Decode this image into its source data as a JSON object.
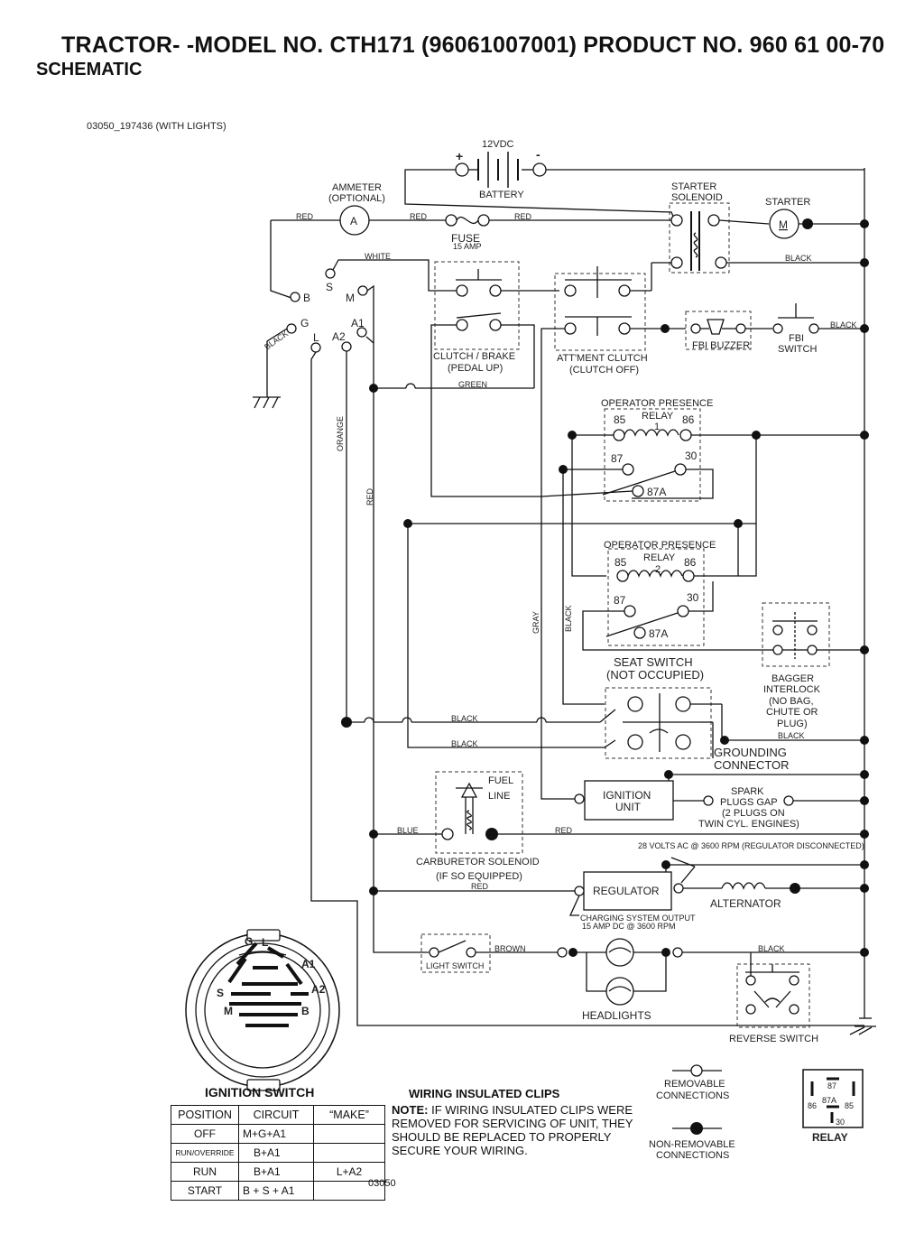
{
  "header": {
    "title": "TRACTOR- -MODEL NO. CTH171 (96061007001) PRODUCT NO. 960 61 00-70",
    "subtitle": "SCHEMATIC"
  },
  "diagram_code": "03050_197436 (WITH LIGHTS)",
  "components": {
    "battery_voltage": "12VDC",
    "battery": "BATTERY",
    "battery_plus": "+",
    "battery_minus": "-",
    "ammeter_1": "AMMETER",
    "ammeter_2": "(OPTIONAL)",
    "ammeter_symbol": "A",
    "fuse": "FUSE",
    "fuse_rating": "15 AMP",
    "starter_solenoid_1": "STARTER",
    "starter_solenoid_2": "SOLENOID",
    "starter": "STARTER",
    "starter_symbol": "M",
    "clutch_brake_1": "CLUTCH / BRAKE",
    "clutch_brake_2": "(PEDAL UP)",
    "attment_clutch_1": "ATT'MENT CLUTCH",
    "attment_clutch_2": "(CLUTCH OFF)",
    "fbi_buzzer": "FBI BUZZER",
    "fbi_switch_1": "FBI",
    "fbi_switch_2": "SWITCH",
    "op_relay_title": "OPERATOR PRESENCE",
    "relay_word": "RELAY",
    "relay1_num": "1",
    "relay2_num": "2",
    "pin_85": "85",
    "pin_86": "86",
    "pin_87": "87",
    "pin_30": "30",
    "pin_87a": "87A",
    "seat_switch_1": "SEAT SWITCH",
    "seat_switch_2": "(NOT OCCUPIED)",
    "bagger_interlock": [
      "BAGGER",
      "INTERLOCK",
      "(NO BAG,",
      "CHUTE OR",
      "PLUG)"
    ],
    "grounding_1": "GROUNDING",
    "grounding_2": "CONNECTOR",
    "fuel_line_1": "FUEL",
    "fuel_line_2": "LINE",
    "ignition_unit_1": "IGNITION",
    "ignition_unit_2": "UNIT",
    "spark_plugs": [
      "SPARK",
      "PLUGS GAP",
      "(2 PLUGS ON",
      "TWIN CYL. ENGINES)"
    ],
    "carb_solenoid_1": "CARBURETOR SOLENOID",
    "carb_solenoid_2": "(IF SO EQUIPPED)",
    "volts_note": "28 VOLTS AC @ 3600 RPM (REGULATOR DISCONNECTED)",
    "regulator": "REGULATOR",
    "alternator": "ALTERNATOR",
    "charging_1": "CHARGING SYSTEM OUTPUT",
    "charging_2": "15 AMP DC @ 3600 RPM",
    "light_switch": "LIGHT SWITCH",
    "headlights": "HEADLIGHTS",
    "reverse_switch": "REVERSE SWITCH",
    "ign_terminals": {
      "B": "B",
      "S": "S",
      "M": "M",
      "G": "G",
      "L": "L",
      "A1": "A1",
      "A2": "A2"
    }
  },
  "wire_colors": {
    "red": "RED",
    "white": "WHITE",
    "black": "BLACK",
    "green": "GREEN",
    "orange": "ORANGE",
    "gray": "GRAY",
    "blue": "BLUE",
    "brown": "BROWN"
  },
  "ignition_switch": {
    "title": "IGNITION SWITCH",
    "headers": [
      "POSITION",
      "CIRCUIT",
      "“MAKE”"
    ],
    "rows": [
      [
        "OFF",
        "M+G+A1",
        ""
      ],
      [
        "RUN/OVERRIDE",
        "B+A1",
        ""
      ],
      [
        "RUN",
        "B+A1",
        "L+A2"
      ],
      [
        "START",
        "B + S + A1",
        ""
      ]
    ]
  },
  "clips": {
    "title": "WIRING INSULATED CLIPS",
    "note_label": "NOTE:",
    "note_text": "IF WIRING INSULATED CLIPS WERE REMOVED FOR SERVICING OF UNIT, THEY SHOULD BE REPLACED TO PROPERLY SECURE YOUR WIRING."
  },
  "legend": {
    "removable_1": "REMOVABLE",
    "removable_2": "CONNECTIONS",
    "nonremovable_1": "NON-REMOVABLE",
    "nonremovable_2": "CONNECTIONS",
    "relay": "RELAY",
    "relay_pins": [
      "87",
      "87A",
      "86",
      "85",
      "30"
    ]
  },
  "footer_code": "03050"
}
